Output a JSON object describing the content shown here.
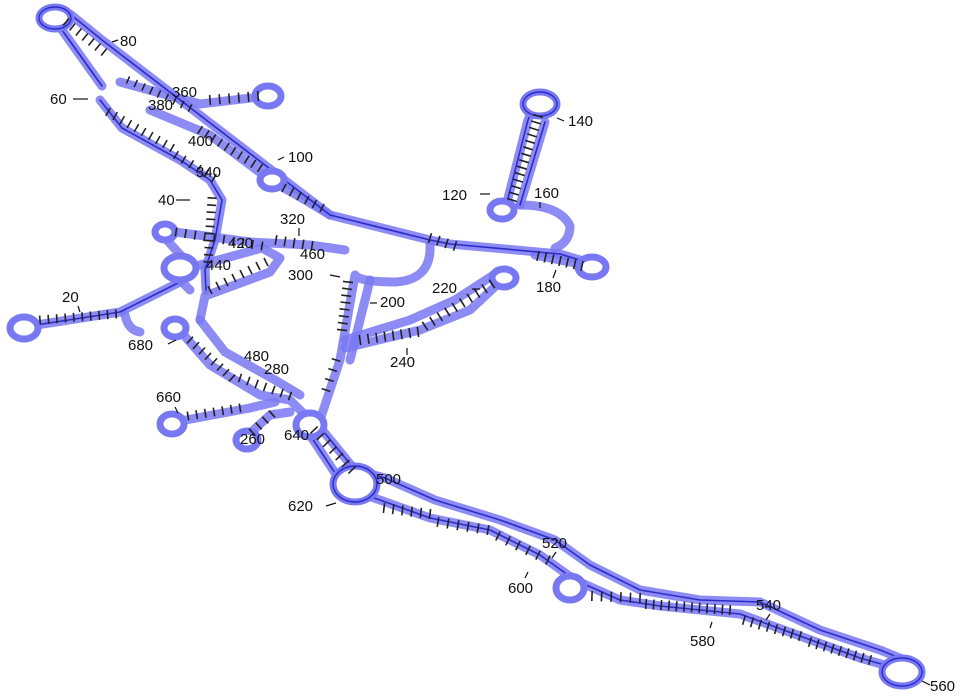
{
  "diagram": {
    "type": "rna-secondary-structure",
    "colors": {
      "backbone_halo": "#7878f2",
      "backbone_core": "#2c2cc8",
      "base_pair": "#222222",
      "label": "#111111",
      "background": "#ffffff"
    },
    "position_labels": [
      {
        "id": "p20",
        "text": "20"
      },
      {
        "id": "p40",
        "text": "40"
      },
      {
        "id": "p60",
        "text": "60"
      },
      {
        "id": "p80",
        "text": "80"
      },
      {
        "id": "p100",
        "text": "100"
      },
      {
        "id": "p120",
        "text": "120"
      },
      {
        "id": "p140",
        "text": "140"
      },
      {
        "id": "p160",
        "text": "160"
      },
      {
        "id": "p180",
        "text": "180"
      },
      {
        "id": "p200",
        "text": "200"
      },
      {
        "id": "p220",
        "text": "220"
      },
      {
        "id": "p240",
        "text": "240"
      },
      {
        "id": "p260",
        "text": "260"
      },
      {
        "id": "p280",
        "text": "280"
      },
      {
        "id": "p300",
        "text": "300"
      },
      {
        "id": "p320",
        "text": "320"
      },
      {
        "id": "p340",
        "text": "340"
      },
      {
        "id": "p360",
        "text": "360"
      },
      {
        "id": "p380",
        "text": "380"
      },
      {
        "id": "p400",
        "text": "400"
      },
      {
        "id": "p420",
        "text": "420"
      },
      {
        "id": "p440",
        "text": "440"
      },
      {
        "id": "p460",
        "text": "460"
      },
      {
        "id": "p480",
        "text": "480"
      },
      {
        "id": "p500",
        "text": "500"
      },
      {
        "id": "p520",
        "text": "520"
      },
      {
        "id": "p540",
        "text": "540"
      },
      {
        "id": "p560",
        "text": "560"
      },
      {
        "id": "p580",
        "text": "580"
      },
      {
        "id": "p600",
        "text": "600"
      },
      {
        "id": "p620",
        "text": "620"
      },
      {
        "id": "p640",
        "text": "640"
      },
      {
        "id": "p660",
        "text": "660"
      },
      {
        "id": "p680",
        "text": "680"
      }
    ]
  }
}
